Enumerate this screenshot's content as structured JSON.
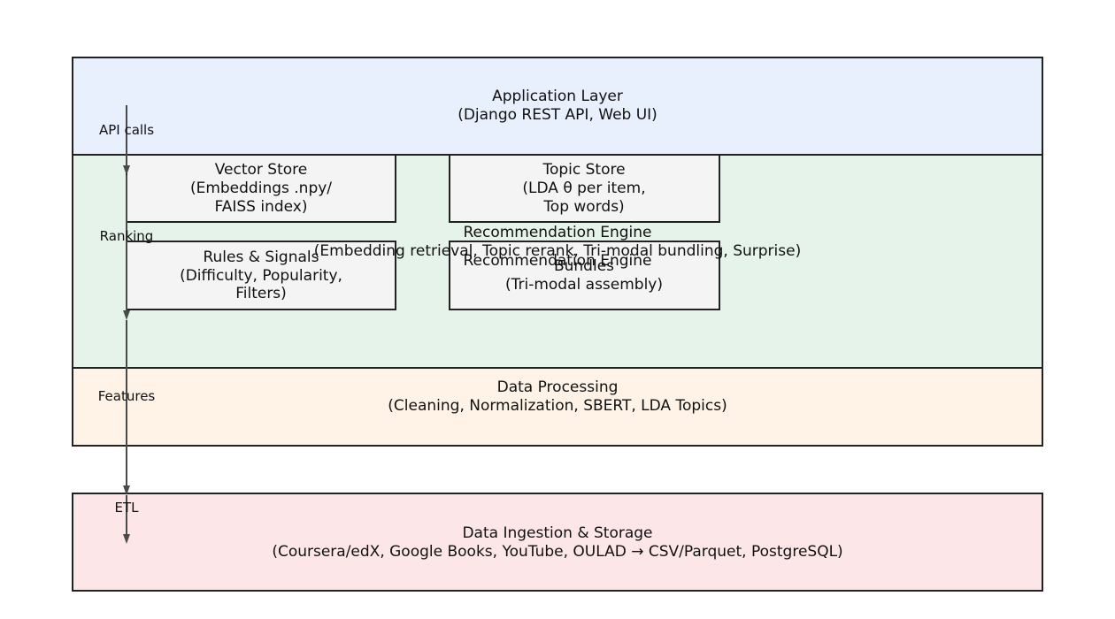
{
  "layers": {
    "application": {
      "title": "Application Layer",
      "subtitle": "(Django REST API, Web UI)",
      "color": "#e8effd"
    },
    "engine": {
      "title": "Recommendation Engine",
      "subtitle": "(Embedding retrieval, Topic rerank, Tri-modal bundling, Surprise)",
      "title_repeat": "Recommendation Engine",
      "color": "#e6f3ea"
    },
    "processing": {
      "title": "Data Processing",
      "subtitle": "(Cleaning, Normalization, SBERT, LDA Topics)",
      "color": "#fef3e6"
    },
    "ingestion": {
      "title": "Data Ingestion & Storage",
      "subtitle": "(Coursera/edX, Google Books, YouTube, OULAD → CSV/Parquet, PostgreSQL)",
      "color": "#fce6e8"
    }
  },
  "components": {
    "vector_store": {
      "line1": "Vector Store",
      "line2": "(Embeddings .npy/",
      "line3": "FAISS index)"
    },
    "topic_store": {
      "line1": "Topic Store",
      "line2": "(LDA θ per item,",
      "line3": "Top words)"
    },
    "rules_signals": {
      "line1": "Rules & Signals",
      "line2": "(Difficulty, Popularity,",
      "line3": "Filters)"
    },
    "bundles": {
      "line1": "Bundles",
      "line2": "(Tri-modal assembly)"
    }
  },
  "flow_labels": {
    "api_calls": "API calls",
    "ranking": "Ranking",
    "features": "Features",
    "etl": "ETL"
  },
  "colors": {
    "component_fill": "#f4f4f4",
    "border": "#222222",
    "arrow": "#4a4a4a"
  }
}
